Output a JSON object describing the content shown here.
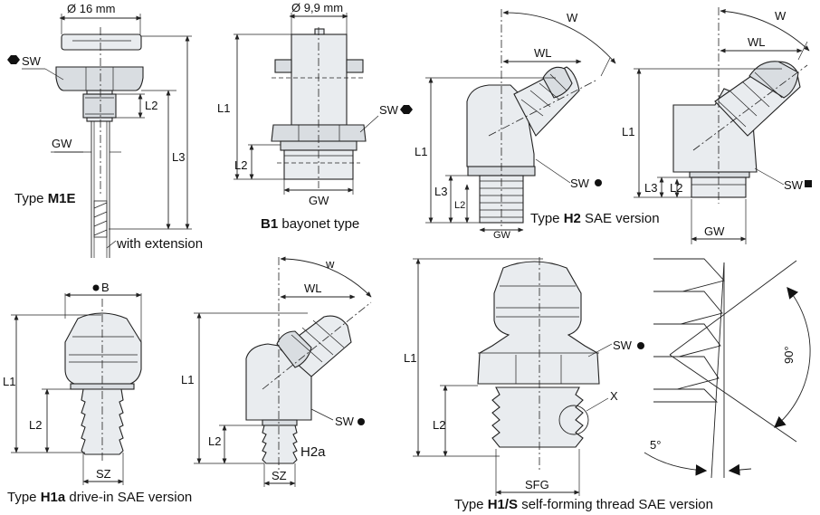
{
  "m1e": {
    "diameter": "Ø 16 mm",
    "sw": "SW",
    "l2": "L2",
    "l3": "L3",
    "gw": "GW",
    "caption_pre": "Type ",
    "caption_bold": "M1E",
    "extension": "with extension"
  },
  "b1": {
    "diameter": "Ø 9,9 mm",
    "l1": "L1",
    "l2": "L2",
    "sw": "SW",
    "gw": "GW",
    "caption_bold": "B1",
    "caption_post": " bayonet type"
  },
  "h2": {
    "w": "W",
    "wl": "WL",
    "l1": "L1",
    "l3": "L3",
    "l2": "L2",
    "sw": "SW",
    "gw": "GW",
    "caption_pre": "Type ",
    "caption_bold": "H2",
    "caption_post": " SAE version"
  },
  "h2sq": {
    "w": "W",
    "wl": "WL",
    "l1": "L1",
    "l3": "L3",
    "l2": "L2",
    "sw": "SW",
    "gw": "GW"
  },
  "h1a": {
    "b": "B",
    "l1": "L1",
    "l2": "L2",
    "sz": "SZ",
    "caption_pre": "Type ",
    "caption_bold": "H1a",
    "caption_post": " drive-in SAE version"
  },
  "h2a": {
    "w": "w",
    "wl": "WL",
    "l1": "L1",
    "l2": "L2",
    "sw": "SW",
    "sz": "SZ",
    "label": "H2a"
  },
  "h1s": {
    "l1": "L1",
    "l2": "L2",
    "sw": "SW",
    "x": "X",
    "sfg": "SFG",
    "caption_pre": "Type ",
    "caption_bold": "H1/S",
    "caption_post": " self-forming thread SAE version"
  },
  "detail": {
    "angle_90": "90°",
    "angle_5": "5°"
  }
}
